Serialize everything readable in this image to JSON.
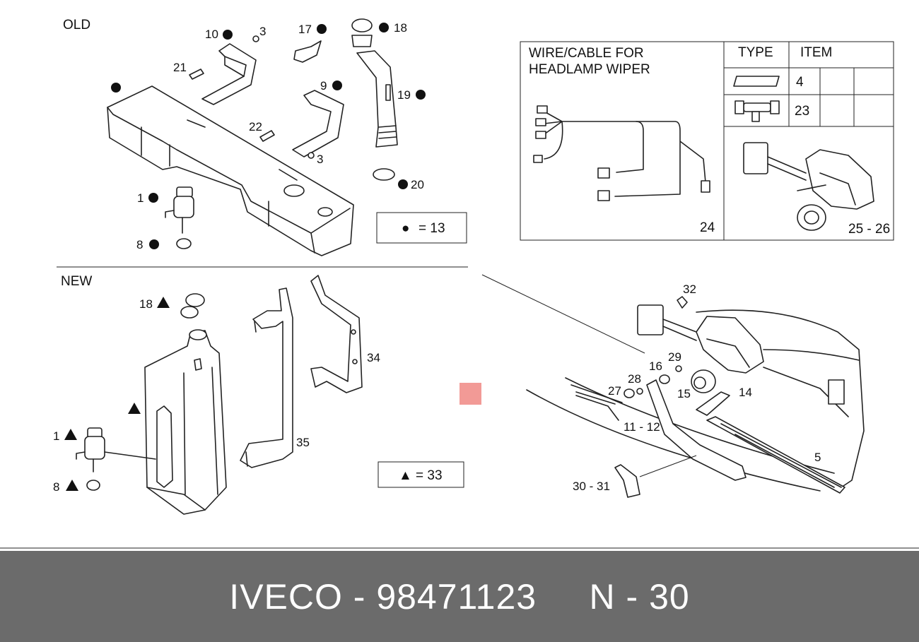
{
  "sections": {
    "old": "OLD",
    "new": "NEW"
  },
  "legends": {
    "circle": {
      "symbol": "●",
      "text": "= 13"
    },
    "triangle": {
      "symbol": "▲",
      "text": "= 33"
    }
  },
  "old_callouts": {
    "p10": "10",
    "p3a": "3",
    "p17": "17",
    "p18": "18",
    "p21": "21",
    "p9": "9",
    "p19": "19",
    "p22": "22",
    "p3b": "3",
    "p1": "1",
    "p20": "20",
    "p8": "8"
  },
  "new_callouts": {
    "p18": "18",
    "p34": "34",
    "p1": "1",
    "p35": "35",
    "p8": "8"
  },
  "table": {
    "header_title_1": "WIRE/CABLE FOR",
    "header_title_2": "HEADLAMP WIPER",
    "header_type": "TYPE",
    "header_item": "ITEM",
    "row1_item": "4",
    "row2_item": "23",
    "wire_label": "24",
    "motor_label": "25 - 26"
  },
  "assembly_callouts": {
    "p32": "32",
    "p29": "29",
    "p16": "16",
    "p28": "28",
    "p27": "27",
    "p15": "15",
    "p14": "14",
    "p11_12": "11 - 12",
    "p5": "5",
    "p30_31": "30 - 31"
  },
  "footer": {
    "text": "IVECO - 98471123     N - 30"
  },
  "colors": {
    "footer_bg": "#6b6b6b",
    "marker": "#f29a96"
  }
}
